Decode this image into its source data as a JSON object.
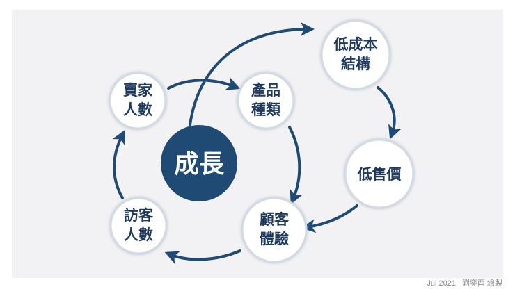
{
  "center": {
    "label": "成長",
    "color": "#1f4a74"
  },
  "colors": {
    "arrow": "#1f4a74",
    "node_fill": "#ffffff",
    "node_ring": "#d3dae4",
    "text": "#1f3a5c"
  },
  "nodes": [
    {
      "id": "sellers",
      "lines": [
        "賣家",
        "人數"
      ]
    },
    {
      "id": "products",
      "lines": [
        "產品",
        "種類"
      ]
    },
    {
      "id": "lowcost",
      "lines": [
        "低成本",
        "結構"
      ]
    },
    {
      "id": "lowprice",
      "lines": [
        "低售價"
      ]
    },
    {
      "id": "experience",
      "lines": [
        "顧客",
        "體驗"
      ]
    },
    {
      "id": "visitors",
      "lines": [
        "訪客",
        "人數"
      ]
    }
  ],
  "footer": {
    "date": "Jul 2021",
    "separator": "|",
    "credit": "劉奕酉 繪製"
  }
}
